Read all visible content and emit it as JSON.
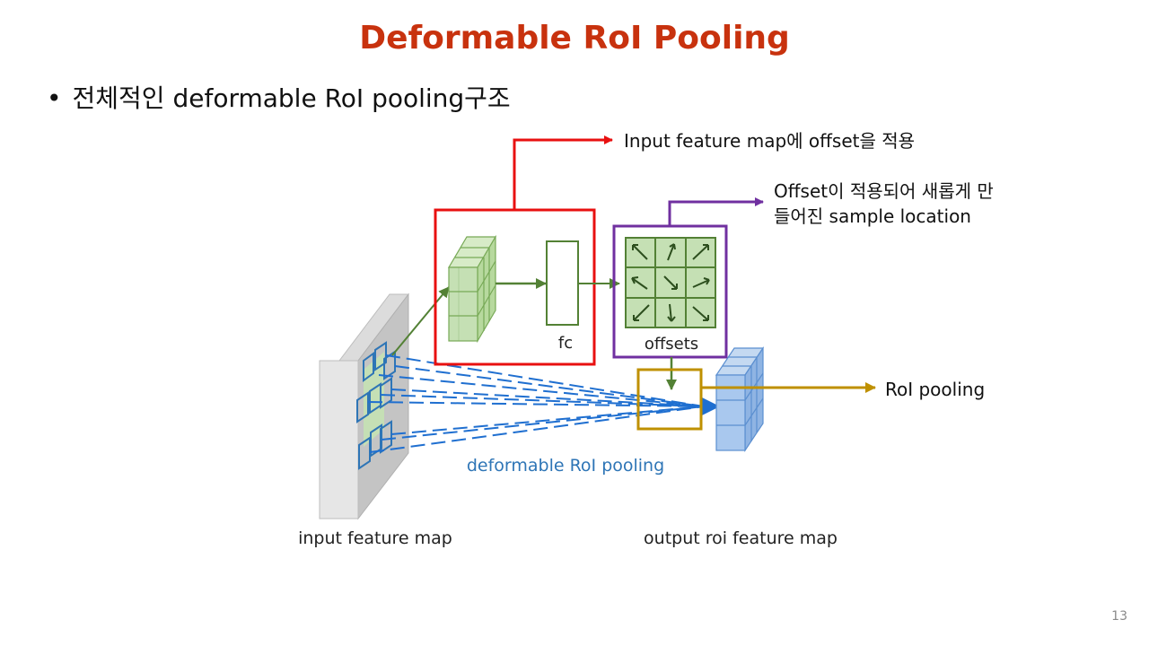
{
  "slide": {
    "title": "Deformable RoI Pooling",
    "bullet": "전체적인 deformable RoI pooling구조",
    "page_number": "13"
  },
  "diagram": {
    "annotations": {
      "offset_applied": "Input feature map에 offset을 적용",
      "sample_location_line1": "Offset이 적용되어 새롭게 만",
      "sample_location_line2": "들어진 sample location",
      "roi_pooling": "RoI pooling"
    },
    "labels": {
      "fc": "fc",
      "offsets": "offsets",
      "deformable_roi_pooling": "deformable RoI pooling",
      "input_feature_map": "input feature map",
      "output_roi_feature_map": "output roi feature map"
    },
    "colors": {
      "title": "#c8320e",
      "red_box": "#e81010",
      "purple_box": "#7030a0",
      "gold_box": "#bf9000",
      "green": "#538135",
      "light_green": "#c5e0b4",
      "blue": "#2e75b6",
      "light_blue": "#9dc3e6"
    }
  }
}
